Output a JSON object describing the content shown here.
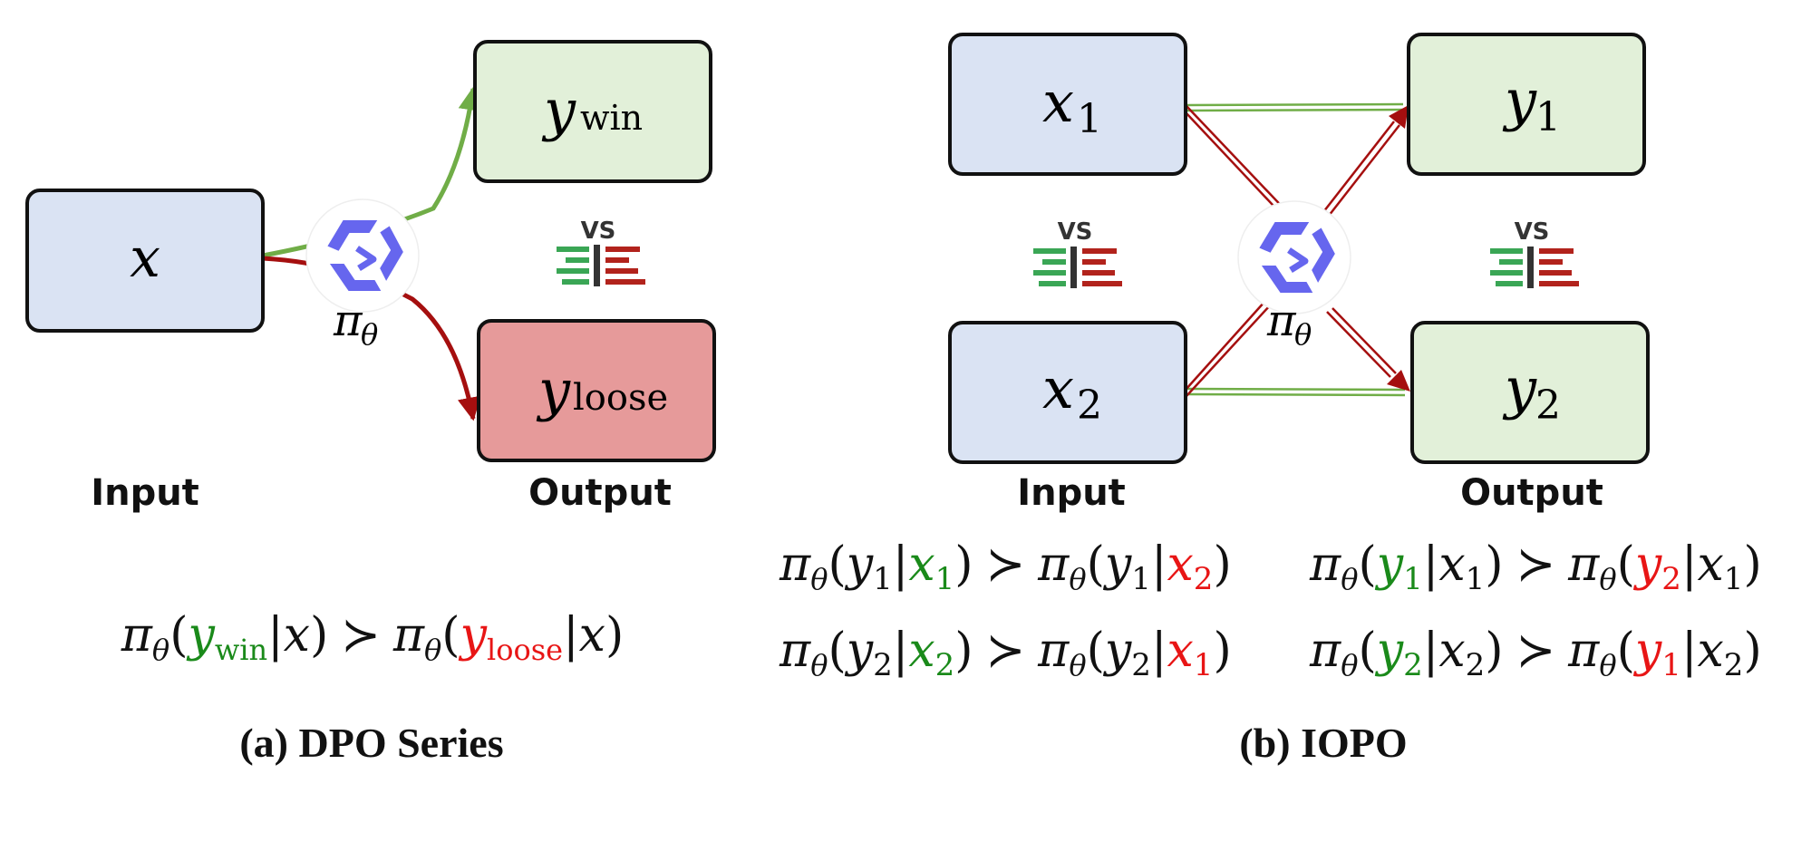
{
  "colors": {
    "input_fill": "#dae3f3",
    "output_fill": "#e2f0d9",
    "loose_fill": "#e69a9a",
    "win_arrow": "#70ad47",
    "lose_arrow": "#a50f0f",
    "math_green": "#1a8a1a",
    "math_red": "#e81515",
    "vs_green": "#3aa655",
    "vs_red": "#b2231c",
    "policy_icon": "#6666ee"
  },
  "panel_a": {
    "input_node": {
      "var": "x"
    },
    "win_node": {
      "var": "y",
      "sub": "win"
    },
    "loose_node": {
      "var": "y",
      "sub": "loose"
    },
    "policy": {
      "symbol": "π",
      "sub": "θ",
      "icon": "qwen-logo-icon"
    },
    "vs_label": "VS",
    "input_label": "Input",
    "output_label": "Output",
    "formula": {
      "pi": "π",
      "theta": "θ",
      "open": "(",
      "close": ")",
      "bar": "|",
      "succ": "≻",
      "y": "y",
      "x": "x",
      "win_sub": "win",
      "loose_sub": "loose"
    },
    "caption": "(a) DPO Series"
  },
  "panel_b": {
    "input_nodes": [
      {
        "var": "x",
        "sub": "1"
      },
      {
        "var": "x",
        "sub": "2"
      }
    ],
    "output_nodes": [
      {
        "var": "y",
        "sub": "1"
      },
      {
        "var": "y",
        "sub": "2"
      }
    ],
    "policy": {
      "symbol": "π",
      "sub": "θ",
      "icon": "qwen-logo-icon"
    },
    "vs_label": "VS",
    "input_label": "Input",
    "output_label": "Output",
    "formulas": [
      {
        "l_y": "1",
        "l_x": "1",
        "r_y": "1",
        "r_x": "2",
        "highlight": "x"
      },
      {
        "l_y": "2",
        "l_x": "2",
        "r_y": "2",
        "r_x": "1",
        "highlight": "x"
      },
      {
        "l_y": "1",
        "l_x": "1",
        "r_y": "2",
        "r_x": "1",
        "highlight": "y"
      },
      {
        "l_y": "2",
        "l_x": "2",
        "r_y": "1",
        "r_x": "2",
        "highlight": "y"
      }
    ],
    "caption": "(b) IOPO"
  }
}
